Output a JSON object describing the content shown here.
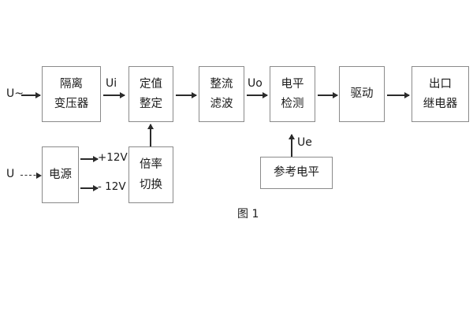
{
  "figure": {
    "caption": "图 1",
    "background": "#ffffff",
    "stroke_color": "#8a8a8a",
    "connector_color": "#2b2b2b",
    "text_color": "#1b1b1b"
  },
  "blocks": [
    {
      "id": "isolation-transformer",
      "line1": "隔离",
      "line2": "变压器"
    },
    {
      "id": "setpoint-setting",
      "line1": "定值",
      "line2": "整定"
    },
    {
      "id": "rectify-filter",
      "line1": "整流",
      "line2": "滤波"
    },
    {
      "id": "level-detection",
      "line1": "电平",
      "line2": "检测"
    },
    {
      "id": "drive",
      "line1": "驱动",
      "line2": ""
    },
    {
      "id": "output-relay",
      "line1": "出口",
      "line2": "继电器"
    },
    {
      "id": "power-supply",
      "line1": "电源",
      "line2": ""
    },
    {
      "id": "ratio-switching",
      "line1": "倍率",
      "line2": "切换"
    },
    {
      "id": "reference-level",
      "line1": "参考电平",
      "line2": ""
    }
  ],
  "signals": {
    "ac_input": "U~",
    "dc_input": "U",
    "ui": "Ui",
    "uo": "Uo",
    "ue": "Ue",
    "rail_positive": "+12V",
    "rail_negative": "- 12V"
  }
}
